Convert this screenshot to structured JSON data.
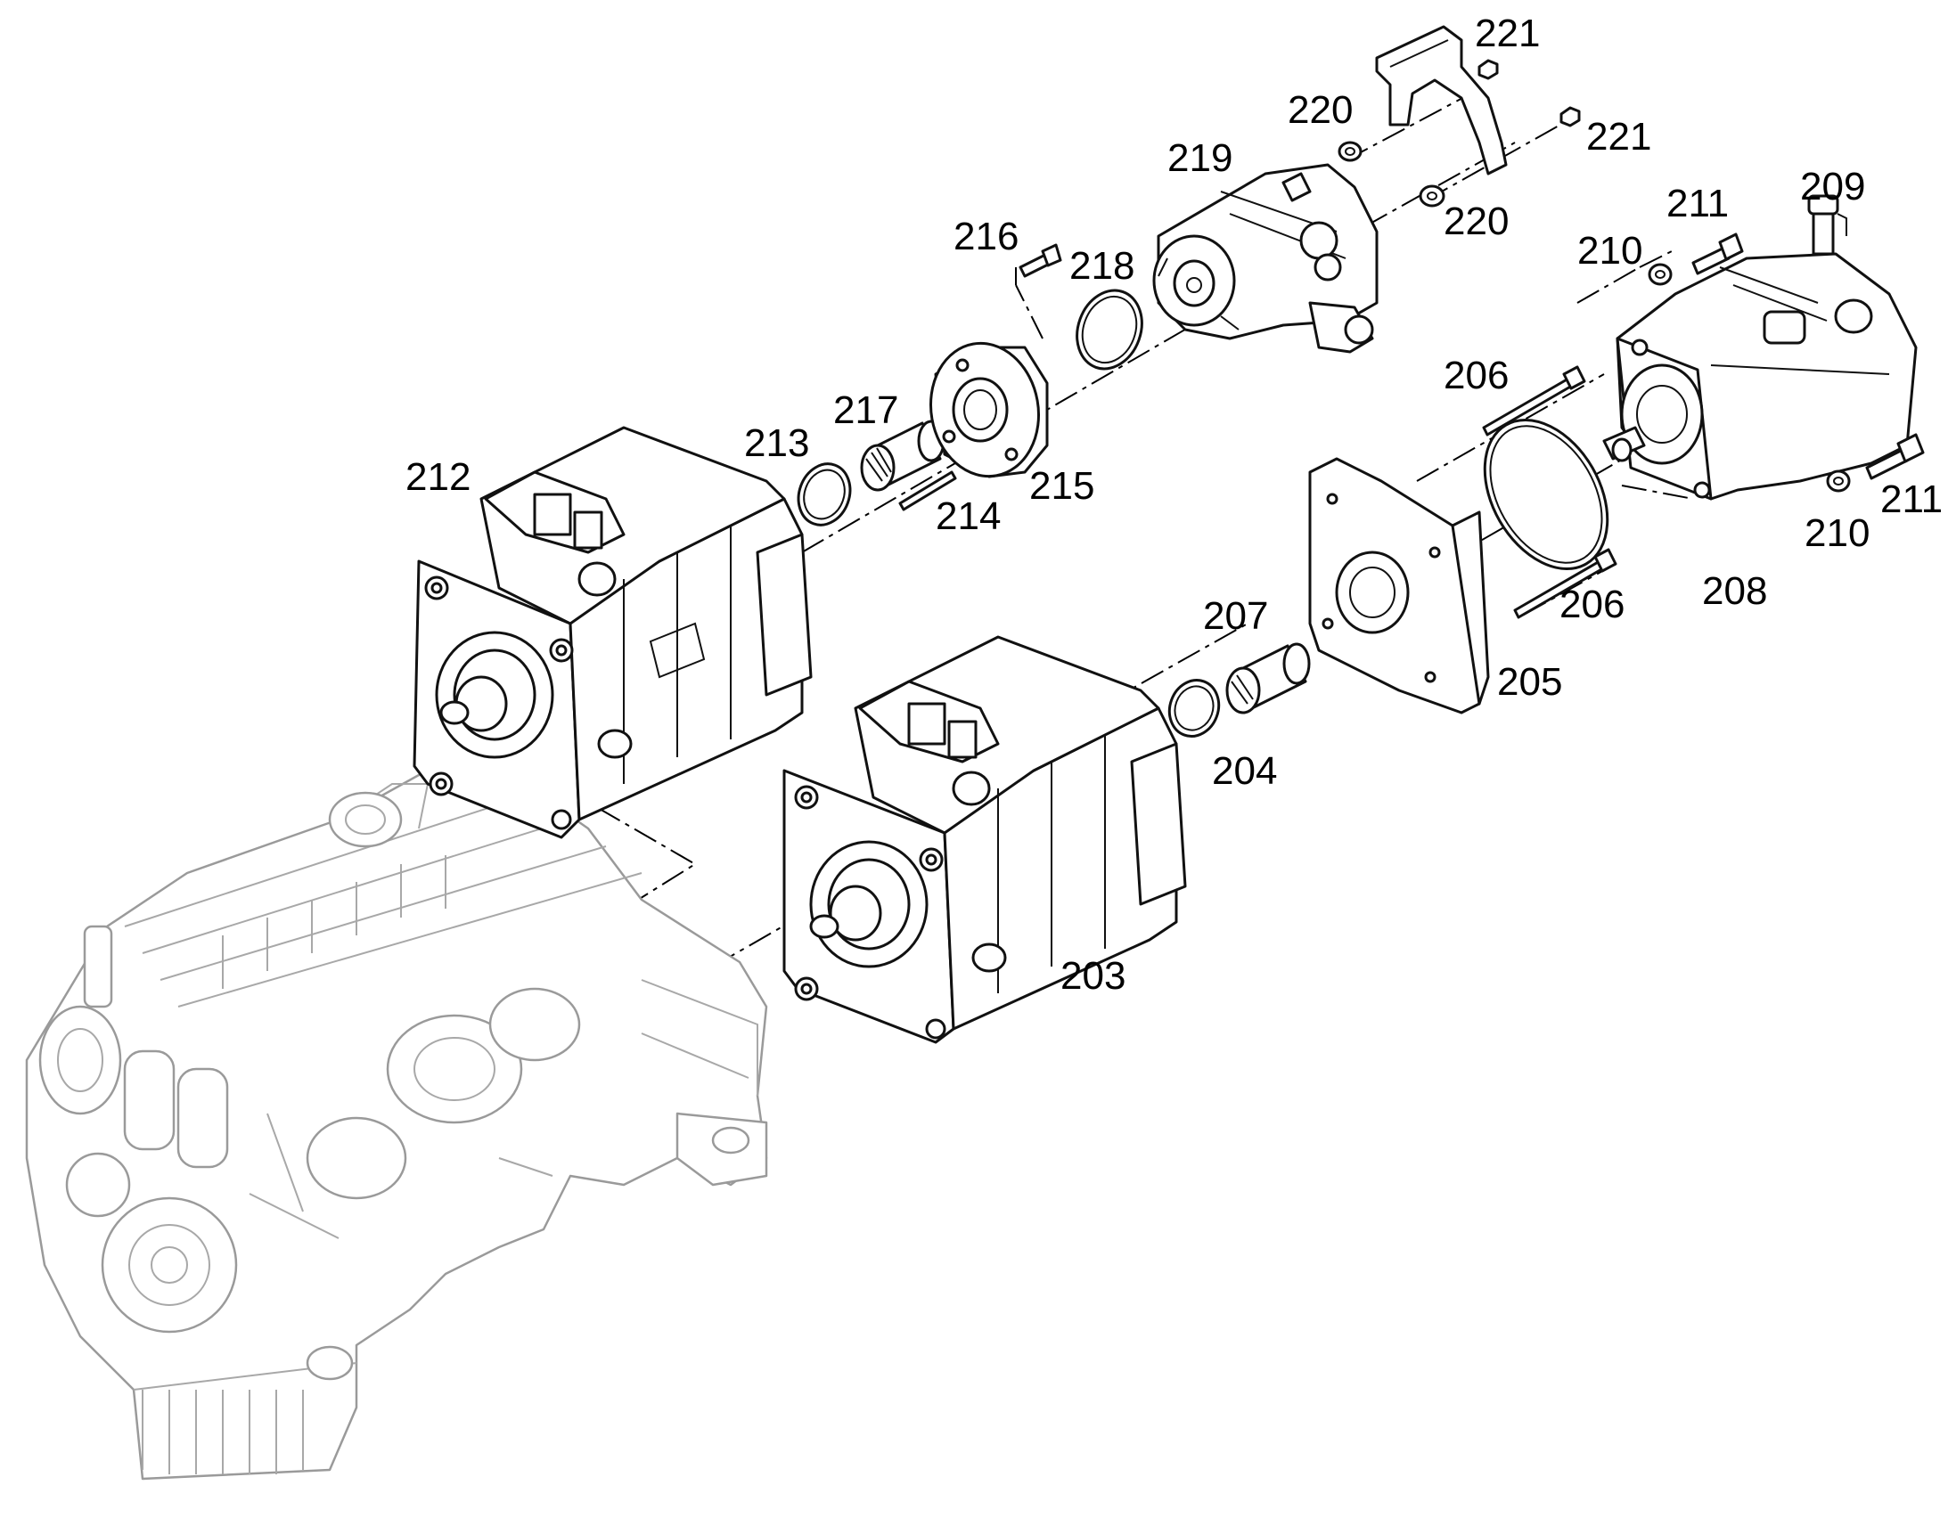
{
  "labels": {
    "l203": "203",
    "l204": "204",
    "l205": "205",
    "l206a": "206",
    "l206b": "206",
    "l207": "207",
    "l208": "208",
    "l209": "209",
    "l210a": "210",
    "l210b": "210",
    "l211a": "211",
    "l211b": "211",
    "l212": "212",
    "l213": "213",
    "l214": "214",
    "l215": "215",
    "l216": "216",
    "l217": "217",
    "l218": "218",
    "l219": "219",
    "l220a": "220",
    "l220b": "220",
    "l221a": "221",
    "l221b": "221"
  },
  "colors": {
    "line": "#111111",
    "ghost_engine": "#9a9a9a",
    "background": "#ffffff"
  }
}
